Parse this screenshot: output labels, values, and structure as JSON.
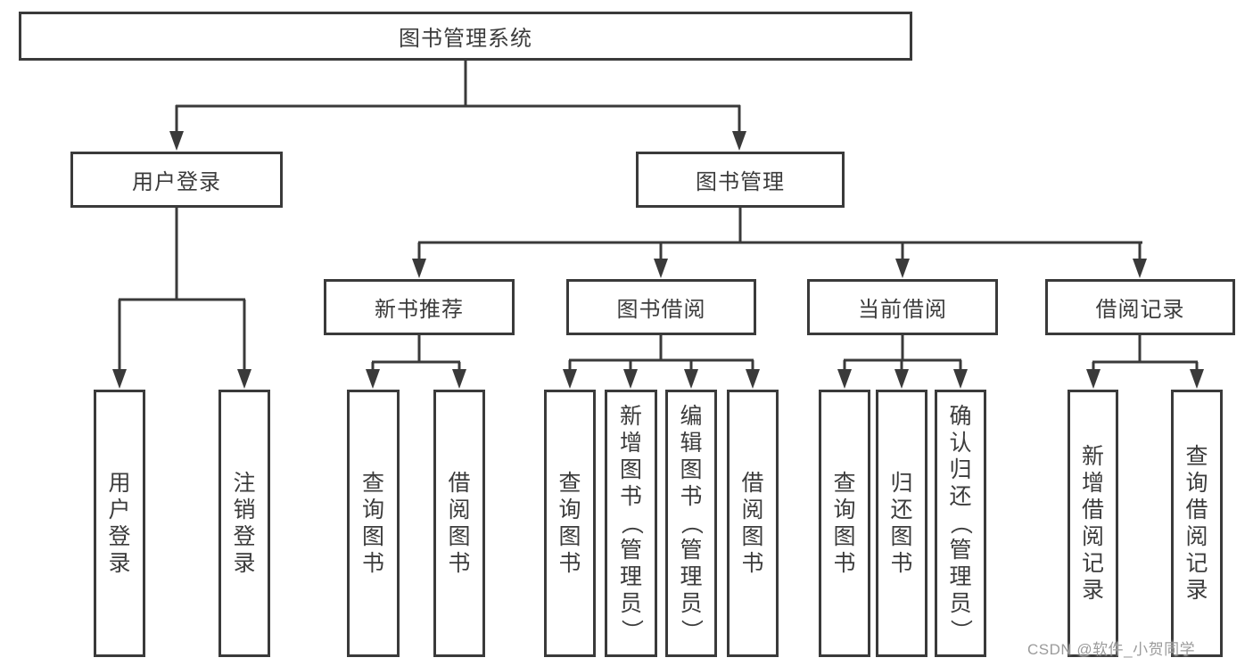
{
  "diagram_title": "图书管理系统",
  "nodes": {
    "root": "图书管理系统",
    "user_login": "用户登录",
    "book_management": "图书管理",
    "new_book_recommend": "新书推荐",
    "book_borrow": "图书借阅",
    "current_borrow": "当前借阅",
    "borrow_records": "借阅记录",
    "user_login_leaf": "用户登录",
    "logout_leaf": "注销登录",
    "rec_query_book": "查询图书",
    "rec_borrow_book": "借阅图书",
    "bb_query_book": "查询图书",
    "bb_add_book": "新增图书（管理员）",
    "bb_edit_book": "编辑图书（管理员）",
    "bb_borrow_book": "借阅图书",
    "cb_query_book": "查询图书",
    "cb_return_book": "归还图书",
    "cb_confirm_return": "确认归还（管理员）",
    "br_add_record": "新增借阅记录",
    "br_query_record": "查询借阅记录"
  },
  "watermark": "CSDN @软件_小贺同学",
  "colors": {
    "line": "#3a3a3a",
    "text": "#3c3c3c",
    "background": "#ffffff",
    "watermark": "#9b9b9b"
  }
}
